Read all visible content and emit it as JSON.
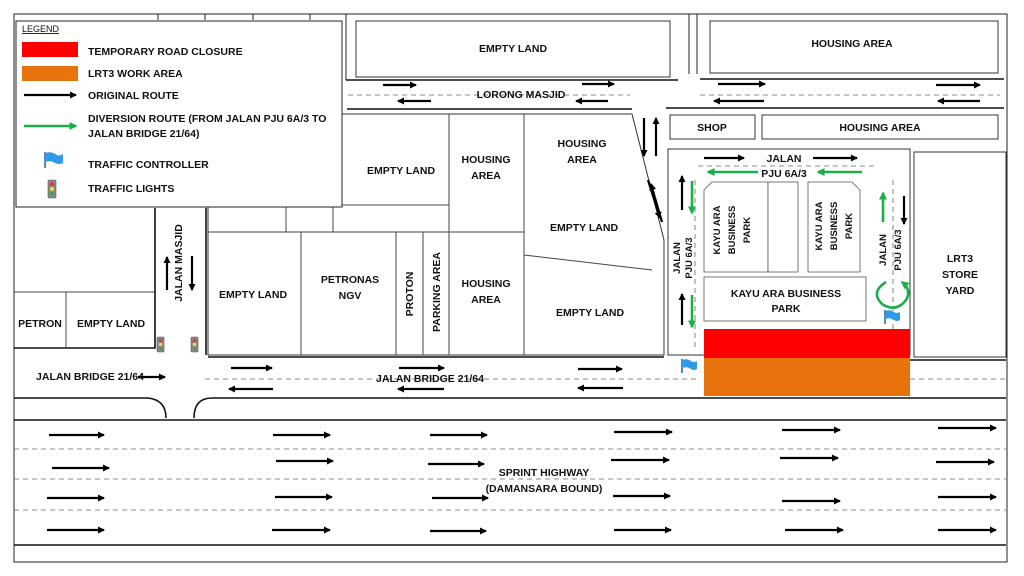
{
  "legend": {
    "title": "LEGEND",
    "items": [
      {
        "label": "TEMPORARY ROAD CLOSURE",
        "color": "#ff0000"
      },
      {
        "label": "LRT3 WORK AREA",
        "color": "#e8720c"
      },
      {
        "label": "ORIGINAL ROUTE",
        "color": "#000000"
      },
      {
        "label_line1": "DIVERSION ROUTE (FROM JALAN PJU 6A/3 TO",
        "label_line2": "JALAN BRIDGE 21/64)",
        "color": "#1aaf4a"
      },
      {
        "label": "TRAFFIC CONTROLLER",
        "icon": "blue-flag-icon"
      },
      {
        "label": "TRAFFIC LIGHTS",
        "icon": "traffic-light-icon"
      }
    ]
  },
  "colors": {
    "closure": "#ff0000",
    "work_area": "#e8720c",
    "original_route": "#000000",
    "diversion_route": "#1aaf4a",
    "flag": "#2e9be8"
  },
  "blocks": {
    "empty_land_top": "EMPTY LAND",
    "housing_area_top": "HOUSING AREA",
    "shop": "SHOP",
    "housing_area_right": "HOUSING AREA",
    "empty_land_mid": "EMPTY LAND",
    "housing_area_1_l1": "HOUSING",
    "housing_area_1_l2": "AREA",
    "housing_area_2_l1": "HOUSING",
    "housing_area_2_l2": "AREA",
    "empty_land_right_mid": "EMPTY LAND",
    "empty_land_left": "EMPTY LAND",
    "petronas_l1": "PETRONAS",
    "petronas_l2": "NGV",
    "proton": "PROTON",
    "parking_area": "PARKING AREA",
    "housing_area_3_l1": "HOUSING",
    "housing_area_3_l2": "AREA",
    "empty_land_bottom": "EMPTY LAND",
    "petron": "PETRON",
    "empty_land_petron": "EMPTY LAND",
    "kayu_ara_1_l1": "KAYU ARA",
    "kayu_ara_1_l2": "BUSINESS",
    "kayu_ara_1_l3": "PARK",
    "kayu_ara_2_l1": "KAYU ARA",
    "kayu_ara_2_l2": "BUSINESS",
    "kayu_ara_2_l3": "PARK",
    "kayu_ara_3_l1": "KAYU ARA BUSINESS",
    "kayu_ara_3_l2": "PARK",
    "lrt3_store_l1": "LRT3",
    "lrt3_store_l2": "STORE",
    "lrt3_store_l3": "YARD"
  },
  "roads": {
    "lorong_masjid": "LORONG MASJID",
    "jalan_masjid": "JALAN MASJID",
    "jalan_pju_top_l1": "JALAN",
    "jalan_pju_top_l2": "PJU 6A/3",
    "jalan_pju_left_l1": "JALAN",
    "jalan_pju_left_l2": "PJU 6A/3",
    "jalan_pju_right_l1": "JALAN",
    "jalan_pju_right_l2": "PJU 6A/3",
    "jalan_bridge_left": "JALAN BRIDGE 21/64",
    "jalan_bridge_mid": "JALAN BRIDGE 21/64",
    "sprint_l1": "SPRINT HIGHWAY",
    "sprint_l2": "(DAMANSARA BOUND)"
  }
}
